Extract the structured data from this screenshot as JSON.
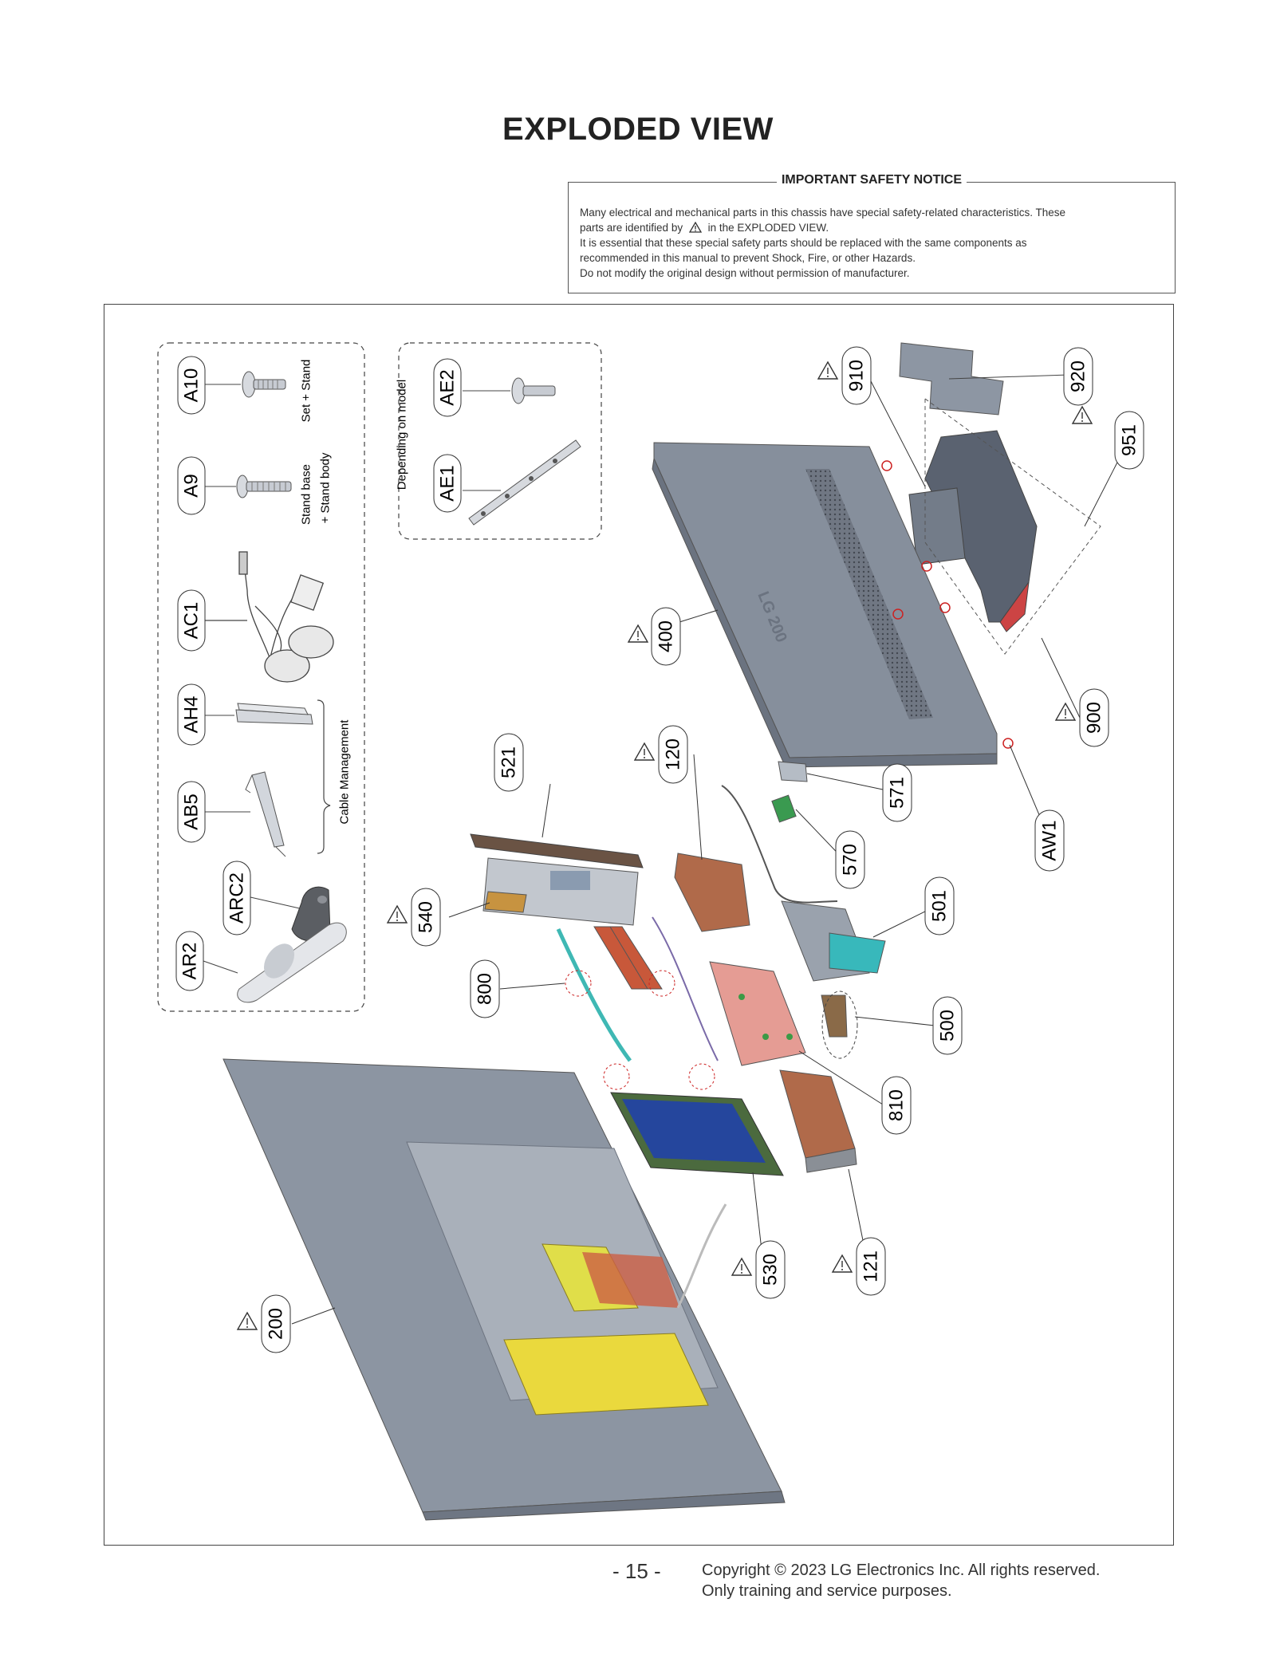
{
  "page_title": "EXPLODED VIEW",
  "safety_notice": {
    "heading": "IMPORTANT SAFETY NOTICE",
    "line1": "Many electrical and mechanical parts in this chassis have special safety-related characteristics. These",
    "line2a": "parts are identified by",
    "line2b": "in the EXPLODED VIEW.",
    "line3": "It is essential that these special safety parts should be replaced with the same components as",
    "line4": "recommended in this manual to prevent Shock, Fire, or other Hazards.",
    "line5": "Do not modify the original design without permission of manufacturer."
  },
  "accessories": {
    "A10": "A10",
    "A9": "A9",
    "AC1": "AC1",
    "AH4": "AH4",
    "AB5": "AB5",
    "ARC2": "ARC2",
    "AR2": "AR2",
    "set_stand": "Set + Stand",
    "stand_base": "Stand base",
    "stand_body": "+ Stand body",
    "cable_management": "Cable Management"
  },
  "optional": {
    "AE2": "AE2",
    "AE1": "AE1",
    "note": "Depending on model"
  },
  "parts": {
    "p910": "910",
    "p920": "920",
    "p951": "951",
    "p400": "400",
    "p900": "900",
    "p521": "521",
    "p120": "120",
    "p571": "571",
    "p570": "570",
    "pAW1": "AW1",
    "p540": "540",
    "p501": "501",
    "p800": "800",
    "p500": "500",
    "p810": "810",
    "p530": "530",
    "p121": "121",
    "p200": "200"
  },
  "logo_text": "LG 200",
  "footer": {
    "page_number": "- 15 -",
    "copyright": "Copyright © 2023 LG Electronics Inc. All rights reserved.",
    "purpose": "Only training and service purposes."
  }
}
